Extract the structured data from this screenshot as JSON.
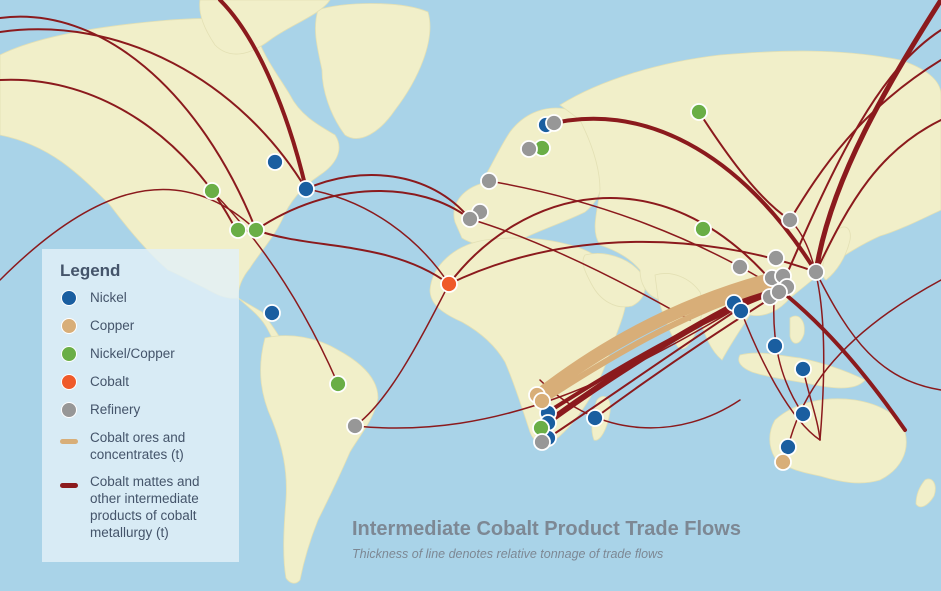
{
  "legend": {
    "title": "Legend",
    "items": [
      {
        "label": "Nickel",
        "kind": "dot",
        "color": "#1a5ea0"
      },
      {
        "label": "Copper",
        "kind": "dot",
        "color": "#d8ae78"
      },
      {
        "label": "Nickel/Copper",
        "kind": "dot",
        "color": "#6aae46"
      },
      {
        "label": "Cobalt",
        "kind": "dot",
        "color": "#ef5a2a"
      },
      {
        "label": "Refinery",
        "kind": "dot",
        "color": "#979797"
      },
      {
        "label": "Cobalt ores and concentrates (t)",
        "kind": "bar",
        "color": "#d8ae78"
      },
      {
        "label": "Cobalt mattes and other intermediate products of cobalt metallurgy (t)",
        "kind": "bar",
        "color": "#8b1a1d"
      }
    ]
  },
  "title": "Intermediate Cobalt Product Trade Flows",
  "subtitle": "Thickness of line denotes relative tonnage of trade flows",
  "colors": {
    "ocean": "#a9d3e8",
    "land": "#f1efc9",
    "nickel": "#1a5ea0",
    "copper": "#d8ae78",
    "nickel_copper": "#6aae46",
    "cobalt": "#ef5a2a",
    "refinery": "#979797",
    "ore_flow": "#d8ae78",
    "matte_flow": "#8b1a1d"
  }
}
